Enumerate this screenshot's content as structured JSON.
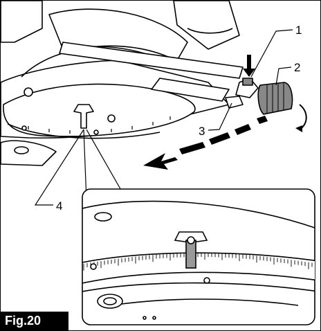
{
  "figure": {
    "label": "Fig.20",
    "callouts": [
      "1",
      "2",
      "3",
      "4"
    ],
    "colors": {
      "ink": "#000000",
      "fill": "#ffffff",
      "label_bg": "#000000",
      "label_text": "#ffffff"
    }
  }
}
